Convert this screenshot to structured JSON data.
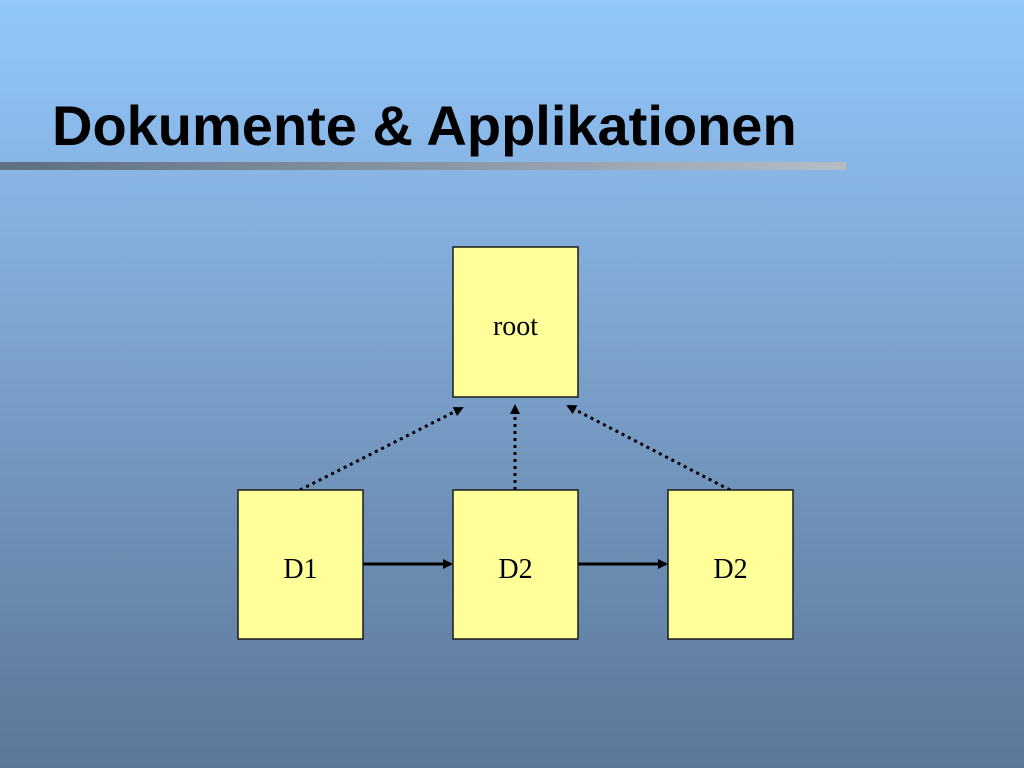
{
  "slide": {
    "title": "Dokumente & Applikationen"
  },
  "colors": {
    "node_fill": "#ffff99",
    "node_stroke": "#1a1a1a",
    "arrow": "#000000",
    "title_rule": "#8d99a6"
  },
  "diagram": {
    "nodes": [
      {
        "id": "root",
        "label": "root"
      },
      {
        "id": "d1",
        "label": "D1"
      },
      {
        "id": "d2a",
        "label": "D2"
      },
      {
        "id": "d2b",
        "label": "D2"
      }
    ],
    "edges": [
      {
        "from": "d1",
        "to": "root",
        "style": "dotted"
      },
      {
        "from": "d2a",
        "to": "root",
        "style": "dotted"
      },
      {
        "from": "d2b",
        "to": "root",
        "style": "dotted"
      },
      {
        "from": "d1",
        "to": "d2a",
        "style": "solid"
      },
      {
        "from": "d2a",
        "to": "d2b",
        "style": "solid"
      }
    ]
  }
}
